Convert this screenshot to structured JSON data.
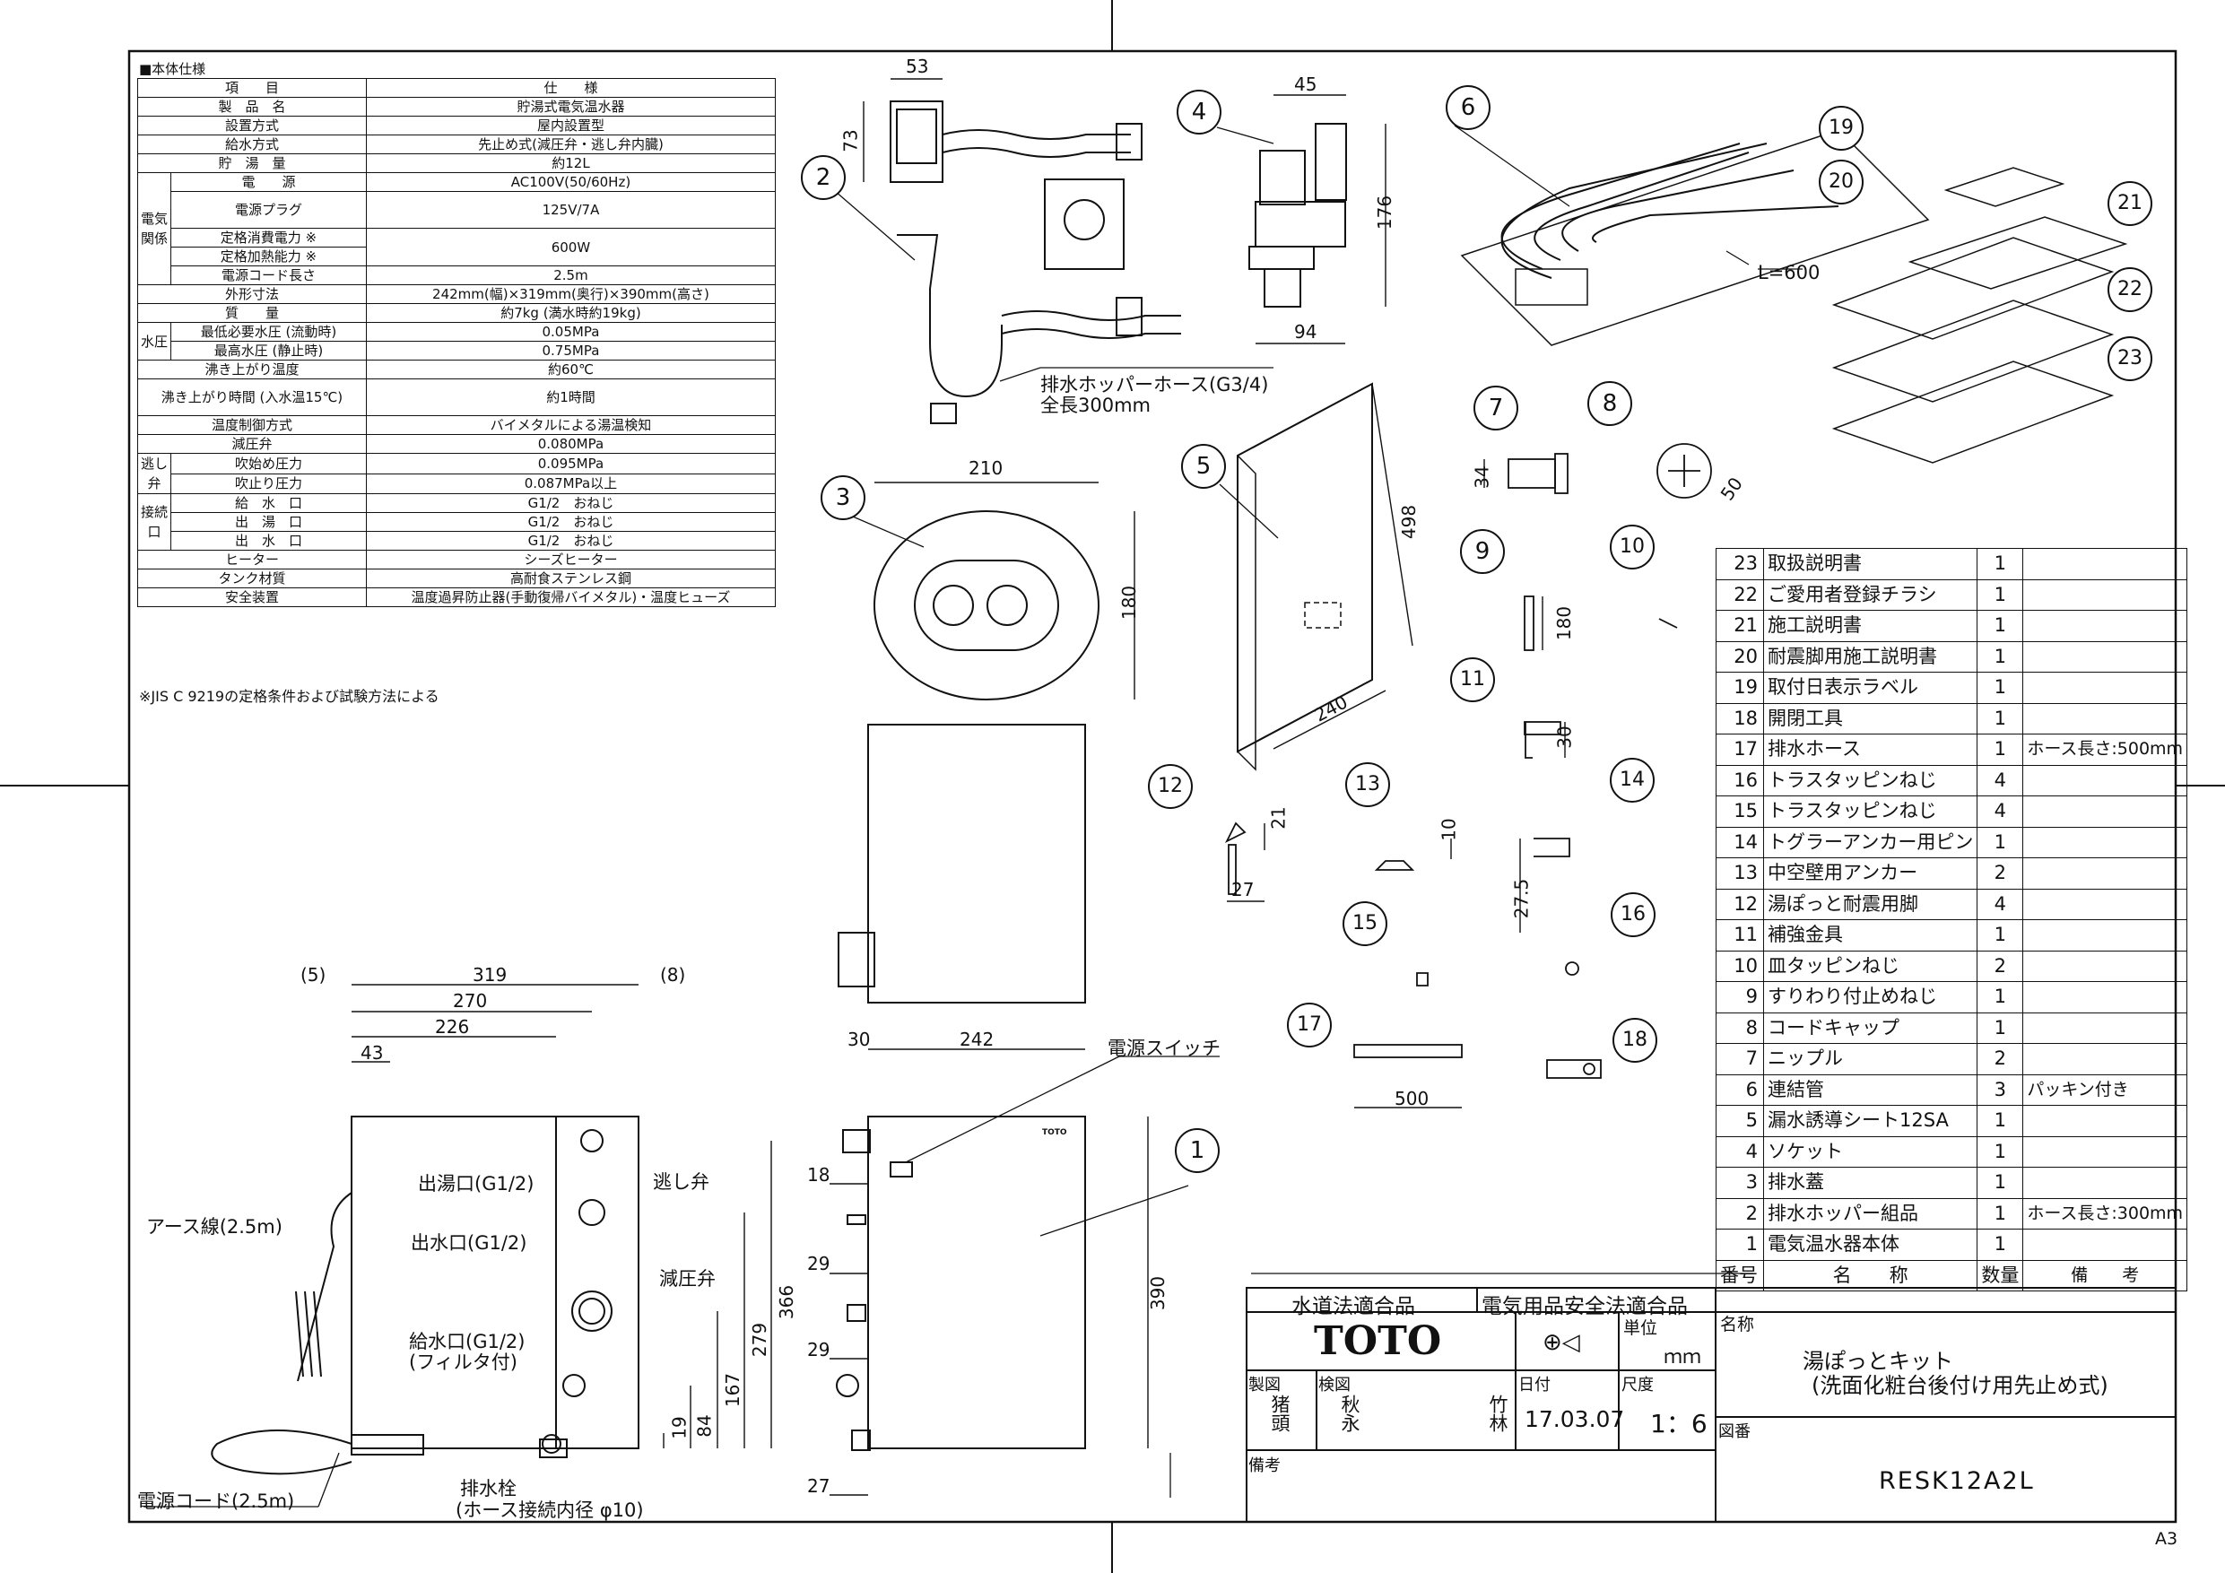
{
  "spec": {
    "title": "■本体仕様",
    "header": [
      "項　　目",
      "仕　　様"
    ],
    "rows": [
      {
        "label": "製　品　名",
        "value": "貯湯式電気温水器"
      },
      {
        "label": "設置方式",
        "value": "屋内設置型"
      },
      {
        "label": "給水方式",
        "value": "先止め式(減圧弁・逃し弁内臓)"
      },
      {
        "label": "貯　湯　量",
        "value": "約12L"
      },
      {
        "label": "電　　源",
        "value": "AC100V(50/60Hz)"
      },
      {
        "label": "電源プラグ",
        "value": "125V/7A"
      },
      {
        "label": "定格消費電力 ※",
        "value": "600W"
      },
      {
        "label": "定格加熱能力 ※",
        "value": ""
      },
      {
        "label": "電源コード長さ",
        "value": "2.5m"
      },
      {
        "label": "外形寸法",
        "value": "242mm(幅)×319mm(奥行)×390mm(高さ)"
      },
      {
        "label": "質　　量",
        "value": "約7kg (満水時約19kg)"
      },
      {
        "label": "最低必要水圧 (流動時)",
        "value": "0.05MPa"
      },
      {
        "label": "最高水圧 (静止時)",
        "value": "0.75MPa"
      },
      {
        "label": "沸き上がり温度",
        "value": "約60℃"
      },
      {
        "label": "沸き上がり時間 (入水温15℃)",
        "value": "約1時間"
      },
      {
        "label": "温度制御方式",
        "value": "バイメタルによる湯温検知"
      },
      {
        "label": "減圧弁",
        "value": "0.080MPa"
      },
      {
        "label": "吹始め圧力",
        "value": "0.095MPa"
      },
      {
        "label": "吹止り圧力",
        "value": "0.087MPa以上"
      },
      {
        "label": "給　水　口",
        "value": "G1/2　おねじ"
      },
      {
        "label": "出　湯　口",
        "value": "G1/2　おねじ"
      },
      {
        "label": "出　水　口",
        "value": "G1/2　おねじ"
      },
      {
        "label": "ヒーター",
        "value": "シーズヒーター"
      },
      {
        "label": "タンク材質",
        "value": "高耐食ステンレス鋼"
      },
      {
        "label": "安全装置",
        "value": "温度過昇防止器(手動復帰バイメタル)・温度ヒューズ"
      }
    ],
    "categories": {
      "elec": "電気関係",
      "water": "水圧",
      "relief": "逃し弁",
      "conn": "接続口"
    },
    "note": "※JIS C 9219の定格条件および試験方法による"
  },
  "parts": {
    "header": {
      "no": "番号",
      "name": "名　　称",
      "qty": "数量",
      "remark": "備　　考"
    },
    "rows": [
      {
        "no": "23",
        "name": "取扱説明書",
        "qty": "1",
        "remark": ""
      },
      {
        "no": "22",
        "name": "ご愛用者登録チラシ",
        "qty": "1",
        "remark": ""
      },
      {
        "no": "21",
        "name": "施工説明書",
        "qty": "1",
        "remark": ""
      },
      {
        "no": "20",
        "name": "耐震脚用施工説明書",
        "qty": "1",
        "remark": ""
      },
      {
        "no": "19",
        "name": "取付日表示ラベル",
        "qty": "1",
        "remark": ""
      },
      {
        "no": "18",
        "name": "開閉工具",
        "qty": "1",
        "remark": ""
      },
      {
        "no": "17",
        "name": "排水ホース",
        "qty": "1",
        "remark": "ホース長さ:500mm"
      },
      {
        "no": "16",
        "name": "トラスタッピンねじ",
        "qty": "4",
        "remark": ""
      },
      {
        "no": "15",
        "name": "トラスタッピンねじ",
        "qty": "4",
        "remark": ""
      },
      {
        "no": "14",
        "name": "トグラーアンカー用ピン",
        "qty": "1",
        "remark": ""
      },
      {
        "no": "13",
        "name": "中空壁用アンカー",
        "qty": "2",
        "remark": ""
      },
      {
        "no": "12",
        "name": "湯ぽっと耐震用脚",
        "qty": "4",
        "remark": ""
      },
      {
        "no": "11",
        "name": "補強金具",
        "qty": "1",
        "remark": ""
      },
      {
        "no": "10",
        "name": "皿タッピンねじ",
        "qty": "2",
        "remark": ""
      },
      {
        "no": "9",
        "name": "すりわり付止めねじ",
        "qty": "1",
        "remark": ""
      },
      {
        "no": "8",
        "name": "コードキャップ",
        "qty": "1",
        "remark": ""
      },
      {
        "no": "7",
        "name": "ニップル",
        "qty": "2",
        "remark": ""
      },
      {
        "no": "6",
        "name": "連結管",
        "qty": "3",
        "remark": "パッキン付き"
      },
      {
        "no": "5",
        "name": "漏水誘導シート12SA",
        "qty": "1",
        "remark": ""
      },
      {
        "no": "4",
        "name": "ソケット",
        "qty": "1",
        "remark": ""
      },
      {
        "no": "3",
        "name": "排水蓋",
        "qty": "1",
        "remark": ""
      },
      {
        "no": "2",
        "name": "排水ホッパー組品",
        "qty": "1",
        "remark": "ホース長さ:300mm"
      },
      {
        "no": "1",
        "name": "電気温水器本体",
        "qty": "1",
        "remark": ""
      }
    ]
  },
  "title_block": {
    "cert1": "水道法適合品",
    "cert2": "電気用品安全法適合品",
    "brand": "TOTO",
    "unit_label": "単位",
    "unit": "ｍｍ",
    "name_label": "名称",
    "product_line1": "湯ぽっとキット",
    "product_line2": "(洗面化粧台後付け用先止め式)",
    "drawn_label": "製図",
    "checked_label": "検図",
    "drawn_name": "猪頭",
    "checked_name": "秋永",
    "approved_name": "竹林",
    "date_label": "日付",
    "date": "17.03.07",
    "scale_label": "尺度",
    "scale": "1：6",
    "drawing_no_label": "図番",
    "drawing_no": "RESK12A2L",
    "remarks_label": "備考",
    "sheet": "A3"
  },
  "labels": {
    "hose_hopper_1": "排水ホッパーホース(G3/4)",
    "hose_hopper_2": "全長300mm",
    "l600": "L=600",
    "power_switch": "電源スイッチ",
    "hot_outlet": "出湯口(G1/2)",
    "relief_valve": "逃し弁",
    "water_outlet": "出水口(G1/2)",
    "reducing_valve": "減圧弁",
    "water_inlet_1": "給水口(G1/2)",
    "water_inlet_2": "(フィルタ付)",
    "earth_wire": "アース線(2.5m)",
    "power_cord": "電源コード(2.5m)",
    "drain_plug_1": "排水栓",
    "drain_plug_2": "(ホース接続内径 φ10)",
    "toto_small": "TOTO"
  },
  "dims": {
    "d53": "53",
    "d73": "73",
    "d45": "45",
    "d176": "176",
    "d94": "94",
    "d210": "210",
    "d180a": "180",
    "d498": "498",
    "d240": "240",
    "d34": "34",
    "d50": "50",
    "d180b": "180",
    "d30": "30",
    "d21": "21",
    "d27a": "27",
    "d10": "10",
    "d27_5": "27.5",
    "d500": "500",
    "d5": "(5)",
    "d319": "319",
    "d8": "(8)",
    "d270": "270",
    "d226": "226",
    "d43": "43",
    "d366": "366",
    "d279": "279",
    "d167": "167",
    "d84": "84",
    "d19": "19",
    "d30b": "30",
    "d242": "242",
    "d18": "18",
    "d29a": "29",
    "d29b": "29",
    "d27b": "27",
    "d390": "390"
  },
  "callouts": [
    "1",
    "2",
    "3",
    "4",
    "5",
    "6",
    "7",
    "8",
    "9",
    "10",
    "11",
    "12",
    "13",
    "14",
    "15",
    "16",
    "17",
    "18",
    "19",
    "20",
    "21",
    "22",
    "23"
  ]
}
